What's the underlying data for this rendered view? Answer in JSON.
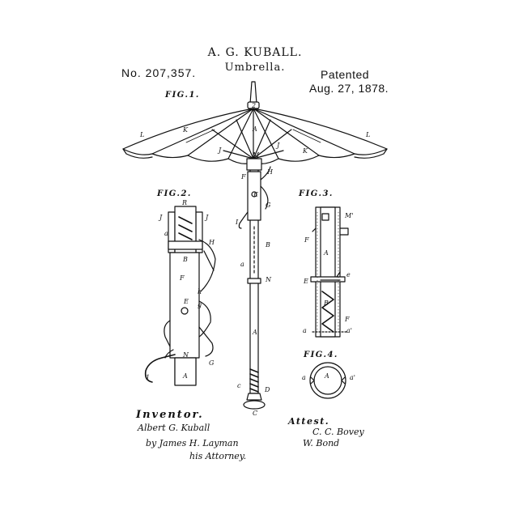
{
  "inventor_name": "A. G. KUBALL.",
  "invention": "Umbrella.",
  "patent_number": "No. 207,357.",
  "patented_label": "Patented",
  "patent_date": "Aug. 27, 1878.",
  "figures": {
    "fig1": "FIG.1.",
    "fig2": "FIG.2.",
    "fig3": "FIG.3.",
    "fig4": "FIG.4."
  },
  "inventor_heading": "Inventor.",
  "attest_heading": "Attest.",
  "signatures": {
    "inventor": "Albert G. Kuball",
    "attorney_line1": "by James H. Layman",
    "attorney_line2": "his Attorney.",
    "witness1": "C. C. Bovey",
    "witness2": "W. Bond"
  },
  "reference_letters": {
    "fig1": [
      "L",
      "K",
      "A",
      "J",
      "J",
      "K",
      "L",
      "M",
      "H",
      "F",
      "E",
      "G",
      "I",
      "B",
      "a",
      "N",
      "A",
      "c",
      "D",
      "C",
      "2"
    ],
    "fig2": [
      "R",
      "J",
      "J",
      "a",
      "H",
      "F",
      "h",
      "g",
      "E",
      "G",
      "N",
      "A",
      "1",
      "B"
    ],
    "fig3": [
      "M'",
      "F",
      "A",
      "E",
      "e",
      "F",
      "a",
      "a'",
      "B"
    ],
    "fig4": [
      "a",
      "A",
      "a'"
    ]
  }
}
